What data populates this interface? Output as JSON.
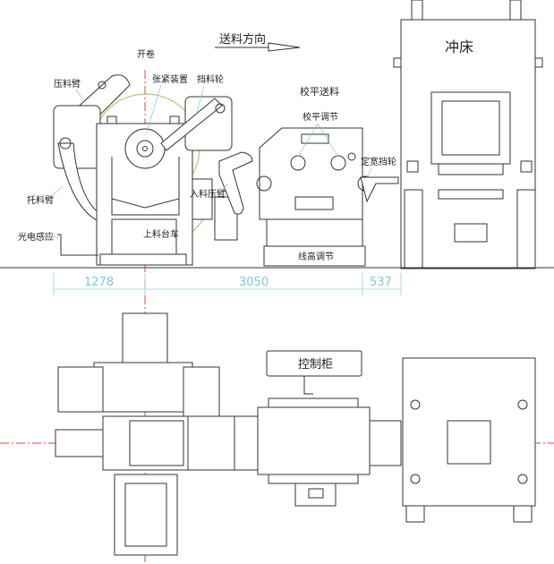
{
  "side_view": {
    "feed_direction": "送料方向",
    "uncoiler": "开卷",
    "press_arm": "压料臂",
    "tension_device": "张紧装置",
    "stop_wheel": "挡料轮",
    "leveler_feeder": "校平送料",
    "leveling_adjust": "校平调节",
    "press": "冲床",
    "support_arm": "托料臂",
    "inlet_press_arm": "入料压臂",
    "width_guide_wheel": "定宽挡轮",
    "photo_sensor": "光电感应",
    "loading_cart": "上料台车",
    "line_height_adjust": "线高调节"
  },
  "dimensions": [
    "1278",
    "3050",
    "537"
  ],
  "top_view": {
    "control_cabinet": "控制柜"
  },
  "colors": {
    "centerline": "#e0483a",
    "dimension": "#7cc8dc",
    "coil": "#8fc95a"
  }
}
